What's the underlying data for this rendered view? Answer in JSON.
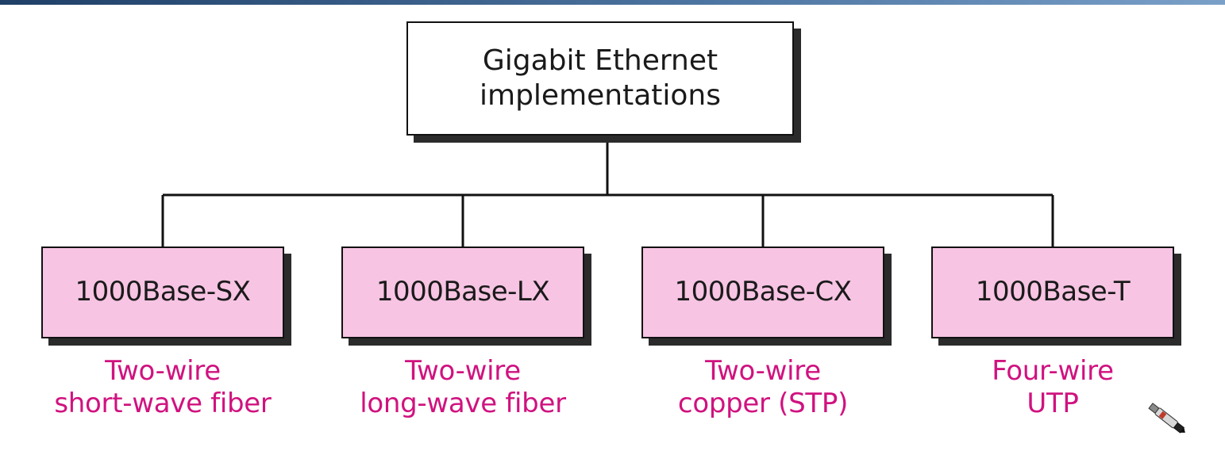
{
  "diagram": {
    "root": {
      "line1": "Gigabit Ethernet",
      "line2": "implementations"
    },
    "children": [
      {
        "label": "1000Base-SX",
        "caption_line1": "Two-wire",
        "caption_line2": "short-wave fiber"
      },
      {
        "label": "1000Base-LX",
        "caption_line1": "Two-wire",
        "caption_line2": "long-wave fiber"
      },
      {
        "label": "1000Base-CX",
        "caption_line1": "Two-wire",
        "caption_line2": "copper (STP)"
      },
      {
        "label": "1000Base-T",
        "caption_line1": "Four-wire",
        "caption_line2": "UTP"
      }
    ]
  },
  "colors": {
    "leaf_fill": "#f7c4e3",
    "caption_text": "#d0127f",
    "box_border": "#111111",
    "shadow": "#2b2b2b"
  },
  "icons": {
    "cursor": "pen-cursor-icon"
  }
}
